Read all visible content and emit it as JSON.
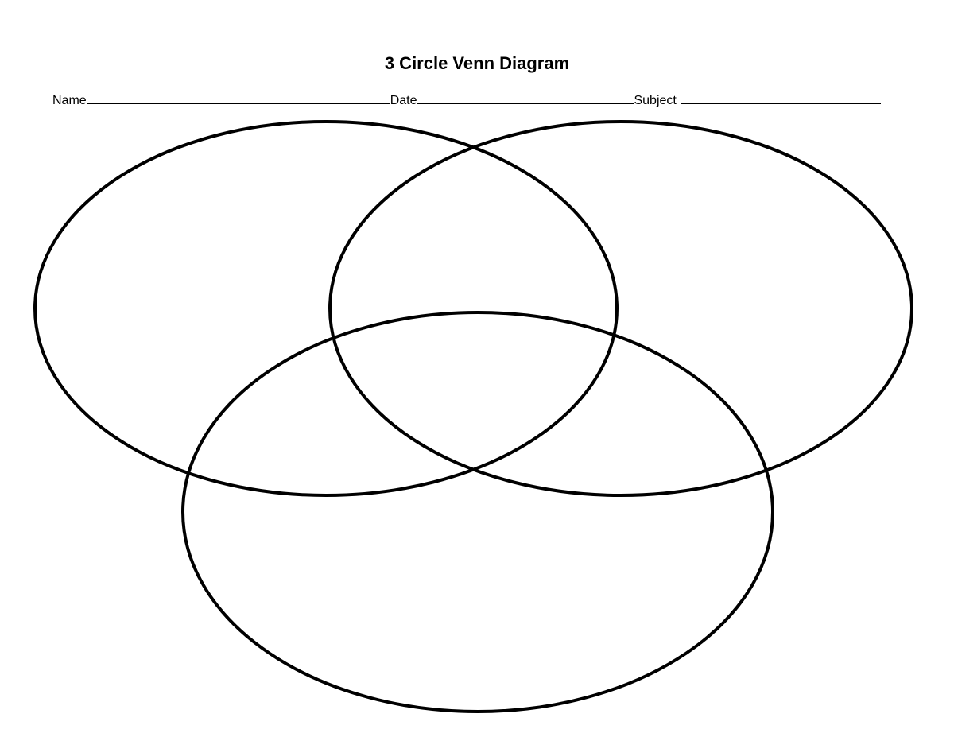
{
  "header": {
    "title": "3 Circle Venn Diagram"
  },
  "fields": {
    "name_label": "Name",
    "date_label": "Date",
    "subject_label": "Subject"
  },
  "diagram": {
    "circle_count": 3,
    "stroke_color": "#000000",
    "fill_color": "#ffffff"
  }
}
